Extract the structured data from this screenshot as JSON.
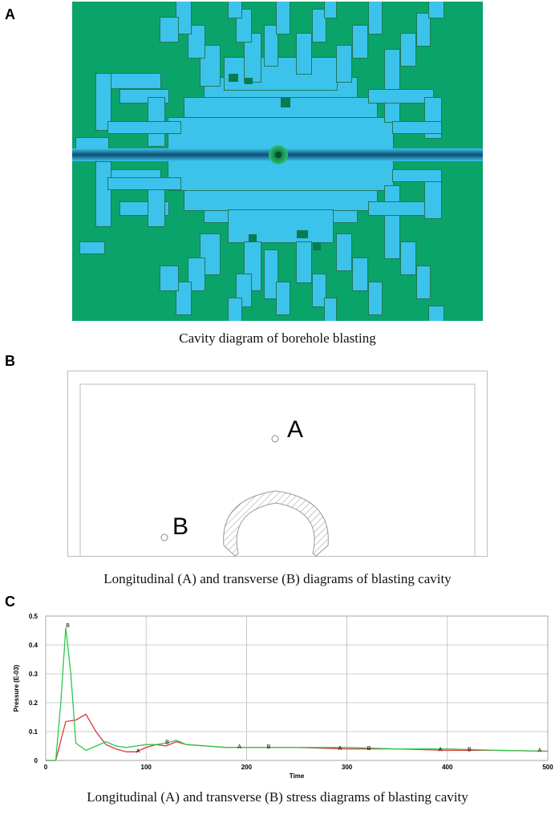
{
  "panels": {
    "a": {
      "letter": "A",
      "caption": "Cavity diagram of borehole blasting"
    },
    "b": {
      "letter": "B",
      "caption": "Longitudinal (A) and transverse (B) diagrams of blasting cavity",
      "point_a": "A",
      "point_b": "B"
    },
    "c": {
      "letter": "C",
      "caption": "Longitudinal (A) and transverse (B) stress diagrams of blasting cavity"
    }
  },
  "colors": {
    "rock": "#0aa36a",
    "cavity": "#3cc3eb",
    "borehole": "#1c6f96",
    "line_a": "#e0353b",
    "line_b": "#2ec74a"
  },
  "chart_data": {
    "type": "line",
    "title": "",
    "xlabel": "Time",
    "ylabel": "Pressure (E-03)",
    "xlim": [
      0,
      500
    ],
    "ylim": [
      0,
      0.5
    ],
    "xticks": [
      0,
      100,
      200,
      300,
      400,
      500
    ],
    "yticks": [
      0,
      0.1,
      0.2,
      0.3,
      0.4,
      0.5
    ],
    "grid": true,
    "series": [
      {
        "name": "A",
        "color": "#e0353b",
        "x": [
          0,
          10,
          20,
          30,
          40,
          50,
          60,
          70,
          80,
          90,
          100,
          110,
          120,
          130,
          140,
          160,
          180,
          200,
          250,
          300,
          350,
          400,
          450,
          500
        ],
        "y": [
          0,
          0,
          0.135,
          0.14,
          0.16,
          0.1,
          0.055,
          0.04,
          0.03,
          0.03,
          0.045,
          0.055,
          0.05,
          0.065,
          0.055,
          0.05,
          0.045,
          0.045,
          0.045,
          0.04,
          0.04,
          0.035,
          0.035,
          0.032
        ],
        "markers": [
          {
            "x": 92,
            "y": 0.035,
            "text": "A"
          },
          {
            "x": 193,
            "y": 0.05,
            "text": "A"
          },
          {
            "x": 293,
            "y": 0.045,
            "text": "A"
          },
          {
            "x": 393,
            "y": 0.04,
            "text": "A"
          },
          {
            "x": 492,
            "y": 0.037,
            "text": "A"
          }
        ]
      },
      {
        "name": "B",
        "color": "#2ec74a",
        "x": [
          0,
          10,
          15,
          20,
          25,
          30,
          40,
          50,
          60,
          70,
          80,
          90,
          100,
          110,
          120,
          130,
          140,
          160,
          180,
          200,
          250,
          300,
          350,
          400,
          450,
          500
        ],
        "y": [
          0,
          0,
          0.2,
          0.46,
          0.3,
          0.06,
          0.035,
          0.05,
          0.065,
          0.05,
          0.045,
          0.05,
          0.055,
          0.055,
          0.06,
          0.07,
          0.055,
          0.05,
          0.045,
          0.045,
          0.045,
          0.045,
          0.04,
          0.04,
          0.035,
          0.032
        ],
        "markers": [
          {
            "x": 22,
            "y": 0.47,
            "text": "B"
          },
          {
            "x": 121,
            "y": 0.065,
            "text": "B"
          },
          {
            "x": 222,
            "y": 0.05,
            "text": "B"
          },
          {
            "x": 322,
            "y": 0.045,
            "text": "B"
          },
          {
            "x": 422,
            "y": 0.04,
            "text": "B"
          }
        ]
      }
    ]
  }
}
